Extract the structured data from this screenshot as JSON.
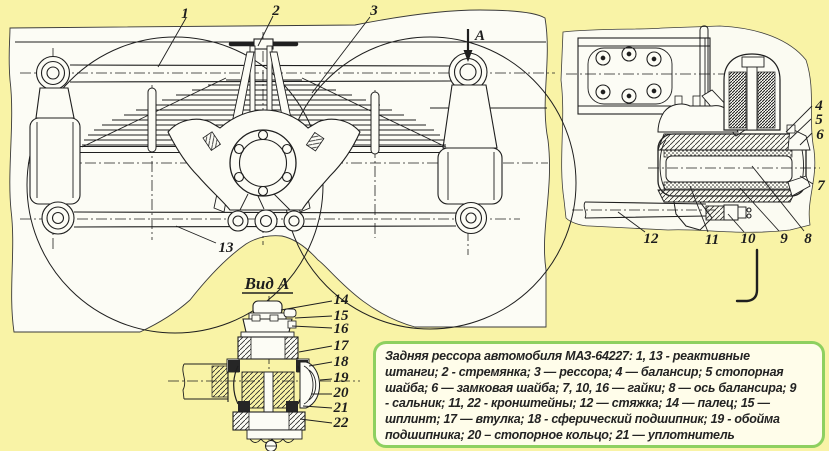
{
  "page": {
    "background_color": "#f9f3a6",
    "paper_color": "#fcfcf5",
    "ink_color": "#1f1f1f",
    "caption_border_color": "#8ed060",
    "caption_bg_color": "#fffdea"
  },
  "main_view": {
    "callouts": [
      "1",
      "2",
      "3",
      "13"
    ],
    "arrow_label": "A"
  },
  "right_view": {
    "callouts": [
      "4",
      "5",
      "6",
      "7",
      "8",
      "9",
      "10",
      "11",
      "12"
    ]
  },
  "view_a": {
    "title": "Вид А",
    "callouts": [
      "14",
      "15",
      "16",
      "17",
      "18",
      "19",
      "20",
      "21",
      "22"
    ]
  },
  "caption": {
    "lines": [
      "Задняя рессора автомобиля МАЗ-64227: 1, 13 - реактивные",
      "штанги; 2 - стремянка; 3 — рессора; 4 — балансир; 5 стопорная",
      "шайба; 6 — замковая шайба; 7, 10, 16 — гайки; 8 — ось балансира; 9",
      "- сальник; 11, 22 - кронштейны; 12 — стяжка; 14 — палец; 15 —",
      "шплинт; 17 — втулка; 18 - сферический подшипник; 19 - обойма",
      "подшипника; 20 – стопорное кольцо; 21 — уплотнитель"
    ]
  }
}
